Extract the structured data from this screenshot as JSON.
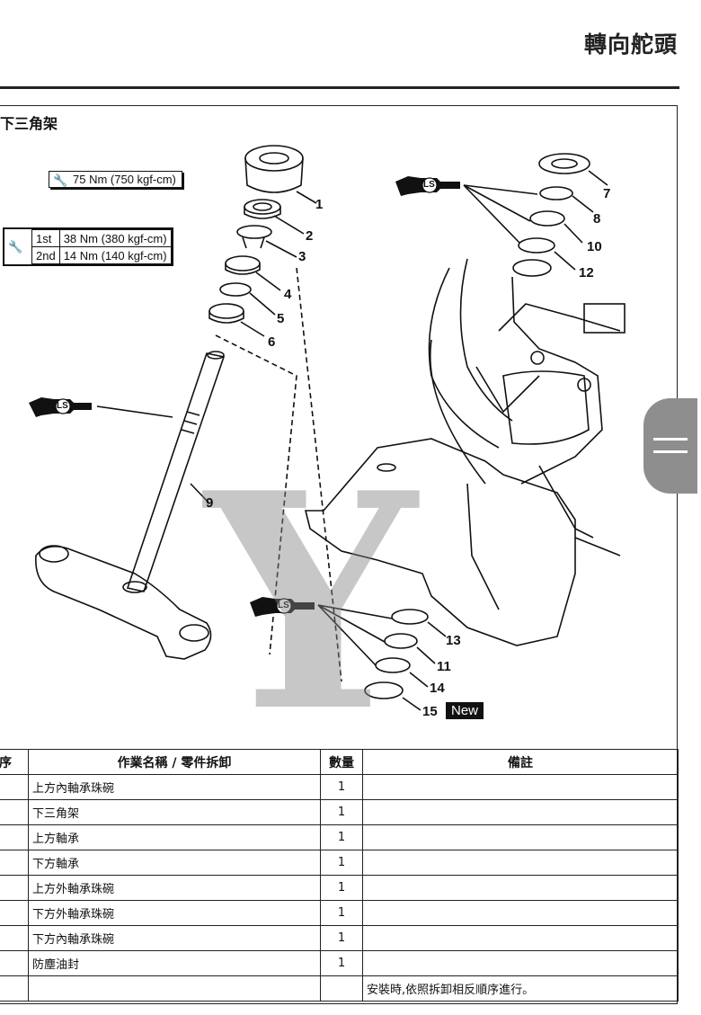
{
  "header": {
    "title": "轉向舵頭"
  },
  "section": {
    "title": "下三角架"
  },
  "torque": {
    "single": {
      "value": "75 Nm (750 kgf-cm)",
      "icon": "torque-wrench-icon"
    },
    "two_step": [
      {
        "step": "1st",
        "value": "38 Nm (380 kgf-cm)"
      },
      {
        "step": "2nd",
        "value": "14 Nm (140 kgf-cm)"
      }
    ]
  },
  "lubricant_label": "LS",
  "callouts": [
    "1",
    "2",
    "3",
    "4",
    "5",
    "6",
    "7",
    "8",
    "9",
    "10",
    "11",
    "12",
    "13",
    "14",
    "15"
  ],
  "new_badge": "New",
  "watermark": "Y",
  "table": {
    "headers": {
      "num": "序",
      "name": "作業名稱 / 零件拆卸",
      "qty": "數量",
      "remarks": "備註"
    },
    "rows": [
      {
        "num": "",
        "name": "上方內軸承珠碗",
        "qty": "1",
        "remarks": ""
      },
      {
        "num": "",
        "name": "下三角架",
        "qty": "1",
        "remarks": ""
      },
      {
        "num": "",
        "name": "上方軸承",
        "qty": "1",
        "remarks": ""
      },
      {
        "num": "",
        "name": "下方軸承",
        "qty": "1",
        "remarks": ""
      },
      {
        "num": "",
        "name": "上方外軸承珠碗",
        "qty": "1",
        "remarks": ""
      },
      {
        "num": "",
        "name": "下方外軸承珠碗",
        "qty": "1",
        "remarks": ""
      },
      {
        "num": "",
        "name": "下方內軸承珠碗",
        "qty": "1",
        "remarks": ""
      },
      {
        "num": "",
        "name": "防塵油封",
        "qty": "1",
        "remarks": ""
      },
      {
        "num": "",
        "name": "",
        "qty": "",
        "remarks": "安裝時,依照拆卸相反順序進行。"
      }
    ]
  }
}
